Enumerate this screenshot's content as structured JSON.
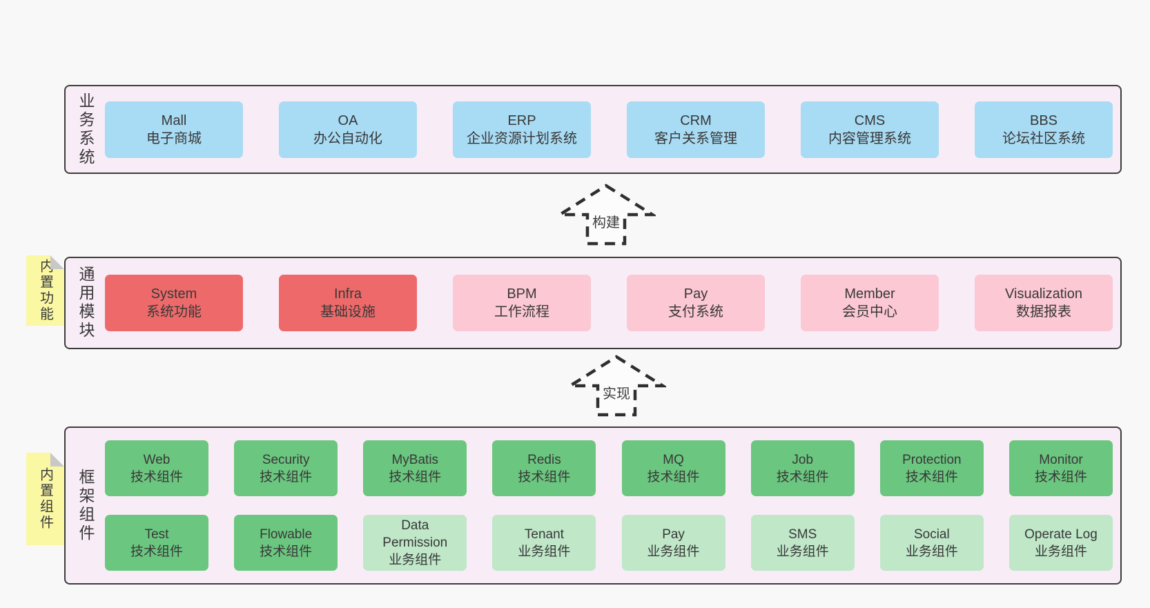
{
  "colors": {
    "page_bg": "#f8f8f8",
    "band_bg": "#f8ecf6",
    "band_border": "#3c3c3c",
    "box_blue": "#a8dbf4",
    "box_red": "#ee6a6a",
    "box_pink": "#fbc8d3",
    "box_green_dark": "#6bc67f",
    "box_green_light": "#bfe7c8",
    "sticky_yellow": "#faf8a3",
    "sticky_fold_gray": "#c8c8c8",
    "text": "#3b3b3b"
  },
  "bands": {
    "business": {
      "label": "业务系统",
      "boxes": [
        {
          "title": "Mall",
          "subtitle": "电子商城",
          "variant": "blue"
        },
        {
          "title": "OA",
          "subtitle": "办公自动化",
          "variant": "blue"
        },
        {
          "title": "ERP",
          "subtitle": "企业资源计划系统",
          "variant": "blue"
        },
        {
          "title": "CRM",
          "subtitle": "客户关系管理",
          "variant": "blue"
        },
        {
          "title": "CMS",
          "subtitle": "内容管理系统",
          "variant": "blue"
        },
        {
          "title": "BBS",
          "subtitle": "论坛社区系统",
          "variant": "blue"
        }
      ]
    },
    "modules": {
      "label": "通用模块",
      "sticky": "内置功能",
      "boxes": [
        {
          "title": "System",
          "subtitle": "系统功能",
          "variant": "red"
        },
        {
          "title": "Infra",
          "subtitle": "基础设施",
          "variant": "red"
        },
        {
          "title": "BPM",
          "subtitle": "工作流程",
          "variant": "pink"
        },
        {
          "title": "Pay",
          "subtitle": "支付系统",
          "variant": "pink"
        },
        {
          "title": "Member",
          "subtitle": "会员中心",
          "variant": "pink"
        },
        {
          "title": "Visualization",
          "subtitle": "数据报表",
          "variant": "pink"
        }
      ]
    },
    "framework": {
      "label": "框架组件",
      "sticky": "内置组件",
      "row1": [
        {
          "title": "Web",
          "subtitle": "技术组件",
          "variant": "green-dark"
        },
        {
          "title": "Security",
          "subtitle": "技术组件",
          "variant": "green-dark"
        },
        {
          "title": "MyBatis",
          "subtitle": "技术组件",
          "variant": "green-dark"
        },
        {
          "title": "Redis",
          "subtitle": "技术组件",
          "variant": "green-dark"
        },
        {
          "title": "MQ",
          "subtitle": "技术组件",
          "variant": "green-dark"
        },
        {
          "title": "Job",
          "subtitle": "技术组件",
          "variant": "green-dark"
        },
        {
          "title": "Protection",
          "subtitle": "技术组件",
          "variant": "green-dark"
        },
        {
          "title": "Monitor",
          "subtitle": "技术组件",
          "variant": "green-dark"
        }
      ],
      "row2": [
        {
          "title": "Test",
          "subtitle": "技术组件",
          "variant": "green-dark"
        },
        {
          "title": "Flowable",
          "subtitle": "技术组件",
          "variant": "green-dark"
        },
        {
          "title": "Data Permission",
          "subtitle": "业务组件",
          "variant": "green-light"
        },
        {
          "title": "Tenant",
          "subtitle": "业务组件",
          "variant": "green-light"
        },
        {
          "title": "Pay",
          "subtitle": "业务组件",
          "variant": "green-light"
        },
        {
          "title": "SMS",
          "subtitle": "业务组件",
          "variant": "green-light"
        },
        {
          "title": "Social",
          "subtitle": "业务组件",
          "variant": "green-light"
        },
        {
          "title": "Operate Log",
          "subtitle": "业务组件",
          "variant": "green-light"
        }
      ]
    }
  },
  "arrows": [
    {
      "label": "构建"
    },
    {
      "label": "实现"
    }
  ]
}
